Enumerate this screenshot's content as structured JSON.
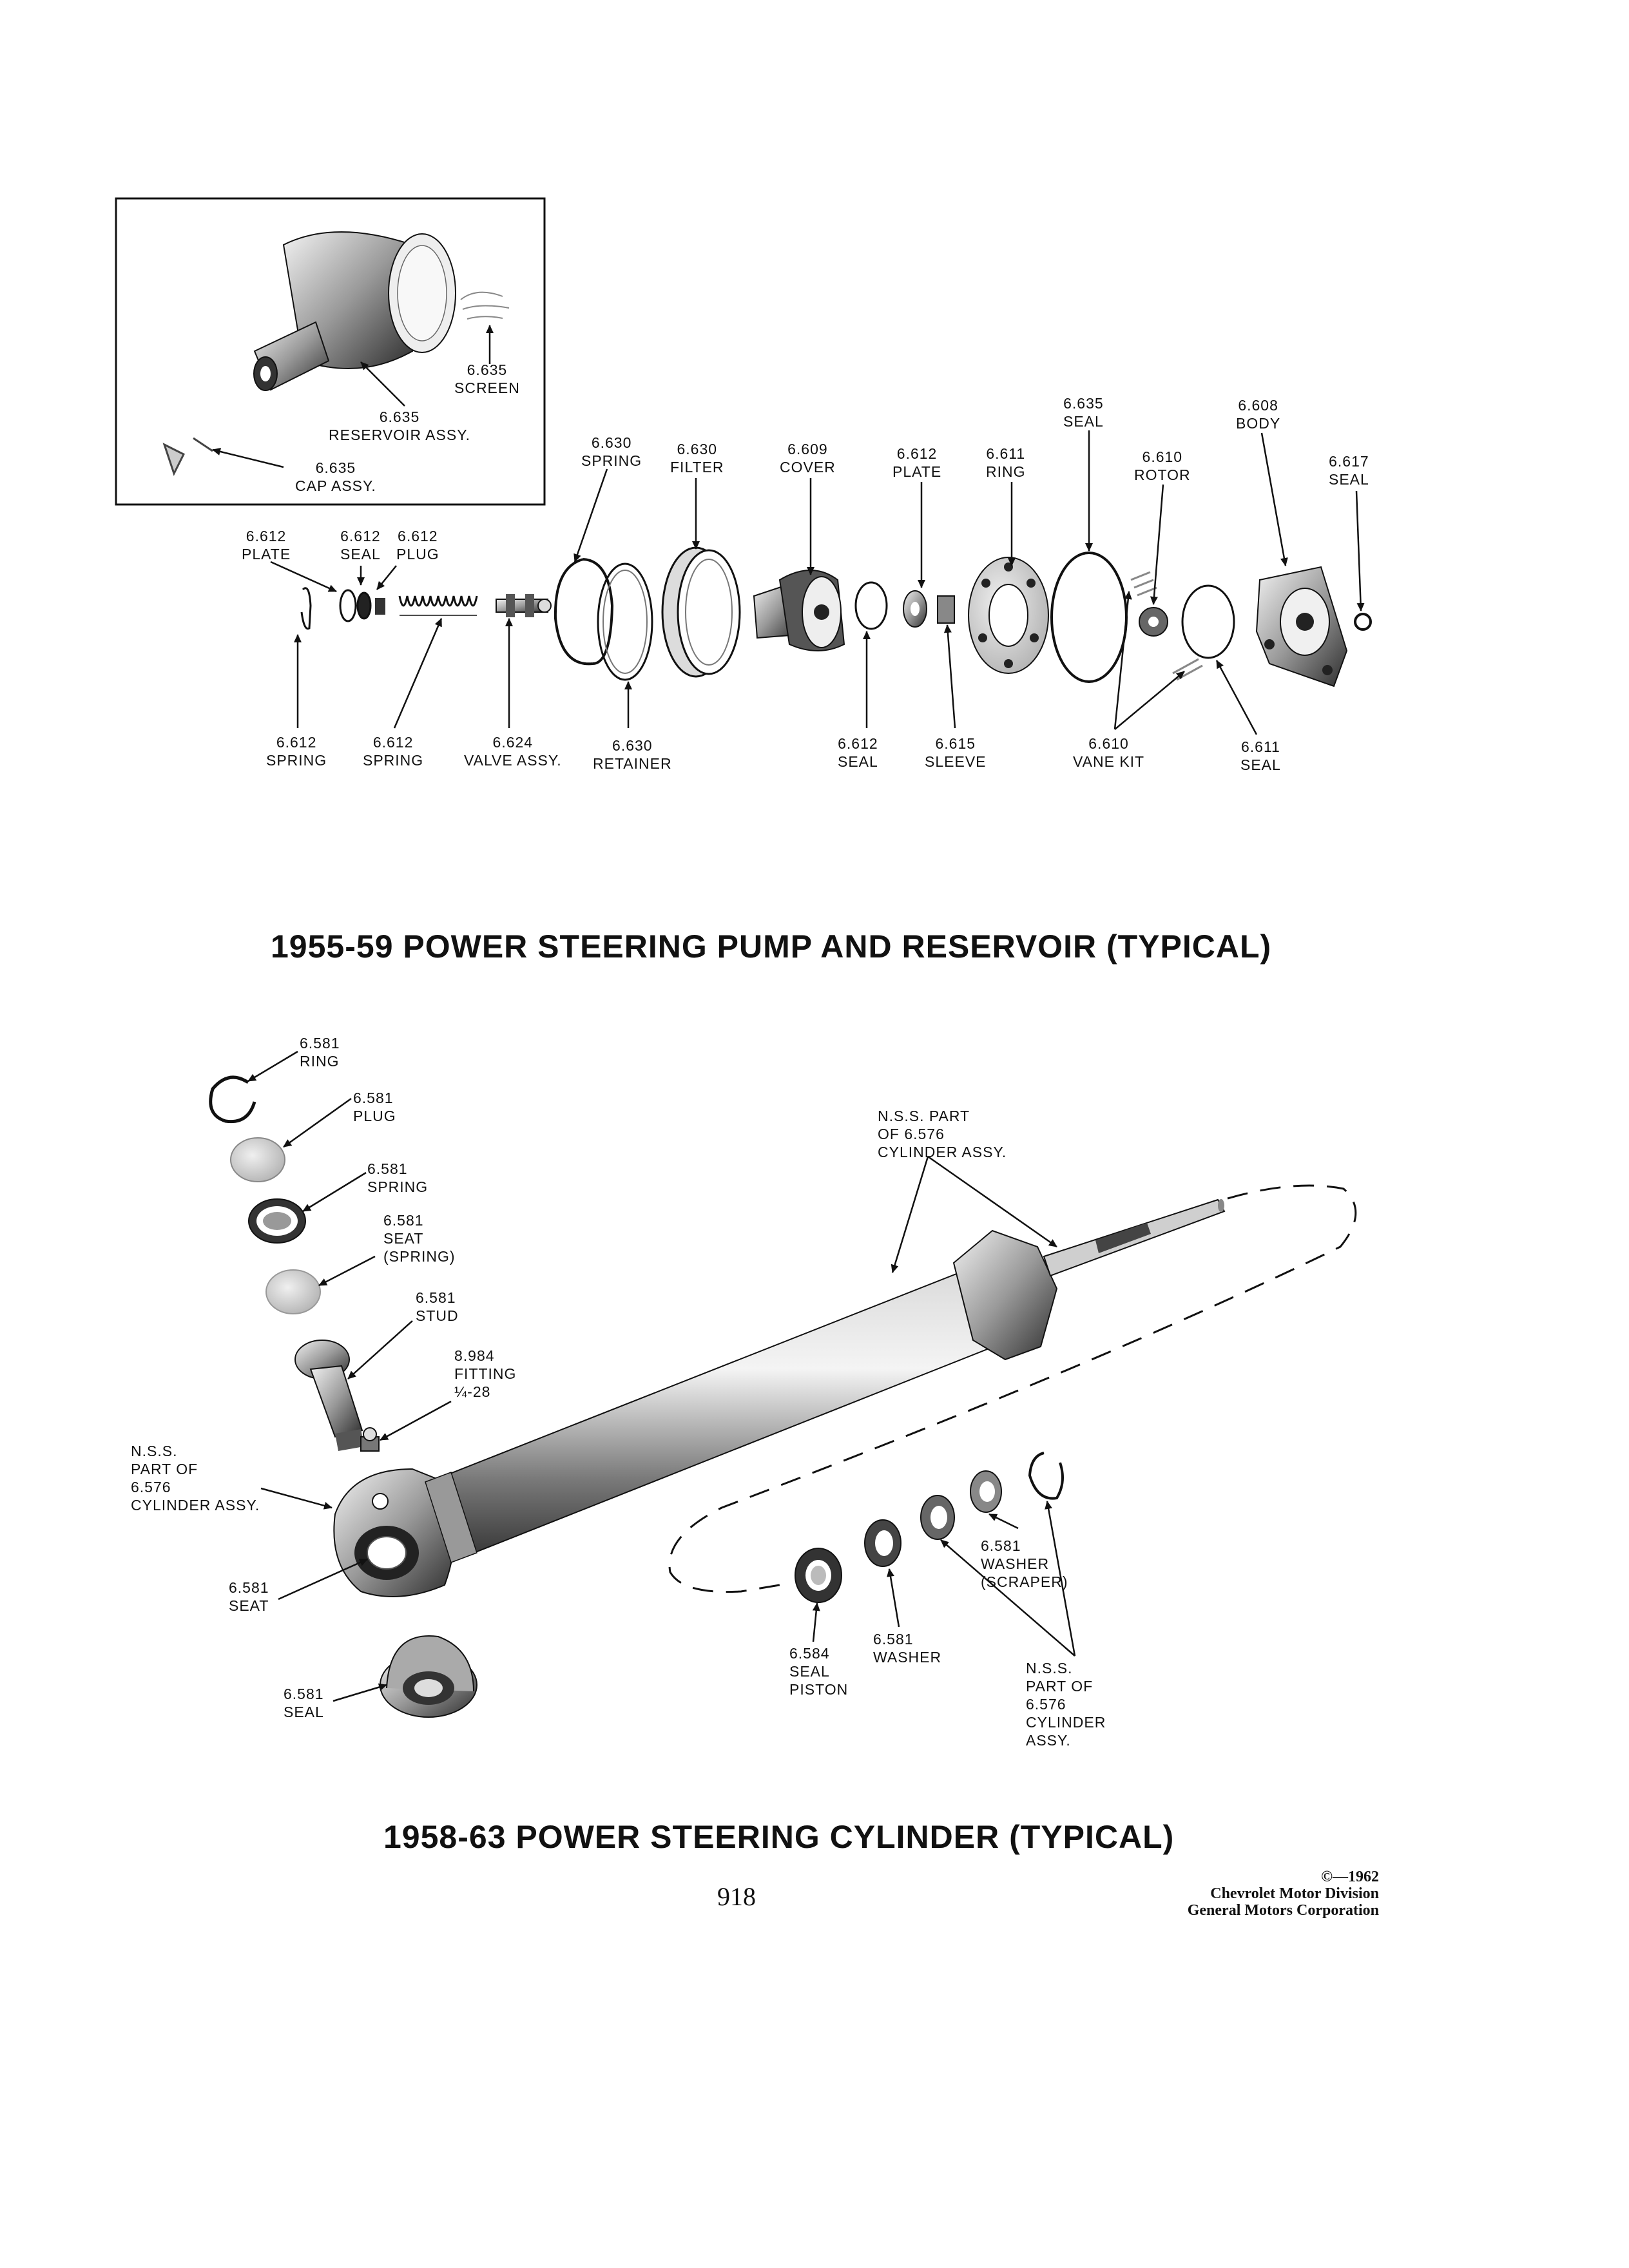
{
  "pump_section": {
    "title": "1955-59 POWER STEERING PUMP AND RESERVOIR (TYPICAL)",
    "inset_labels": [
      {
        "id": "screen",
        "lines": [
          "6.635",
          "SCREEN"
        ]
      },
      {
        "id": "reservoir",
        "lines": [
          "6.635",
          "RESERVOIR ASSY."
        ]
      },
      {
        "id": "cap",
        "lines": [
          "6.635",
          "CAP ASSY."
        ]
      }
    ],
    "top_labels": [
      {
        "id": "plate-6612-left",
        "lines": [
          "6.612",
          "PLATE"
        ]
      },
      {
        "id": "seal-6612",
        "lines": [
          "6.612",
          "SEAL"
        ]
      },
      {
        "id": "plug-6612",
        "lines": [
          "6.612",
          "PLUG"
        ]
      },
      {
        "id": "spring-6630",
        "lines": [
          "6.630",
          "SPRING"
        ]
      },
      {
        "id": "filter-6630",
        "lines": [
          "6.630",
          "FILTER"
        ]
      },
      {
        "id": "cover-6609",
        "lines": [
          "6.609",
          "COVER"
        ]
      },
      {
        "id": "plate-6612",
        "lines": [
          "6.612",
          "PLATE"
        ]
      },
      {
        "id": "ring-6611",
        "lines": [
          "6.611",
          "RING"
        ]
      },
      {
        "id": "seal-6635",
        "lines": [
          "6.635",
          "SEAL"
        ]
      },
      {
        "id": "rotor-6610",
        "lines": [
          "6.610",
          "ROTOR"
        ]
      },
      {
        "id": "body-6608",
        "lines": [
          "6.608",
          "BODY"
        ]
      },
      {
        "id": "seal-6617",
        "lines": [
          "6.617",
          "SEAL"
        ]
      }
    ],
    "bottom_labels": [
      {
        "id": "spring-6612-a",
        "lines": [
          "6.612",
          "SPRING"
        ]
      },
      {
        "id": "spring-6612-b",
        "lines": [
          "6.612",
          "SPRING"
        ]
      },
      {
        "id": "valve-6624",
        "lines": [
          "6.624",
          "VALVE ASSY."
        ]
      },
      {
        "id": "retainer-6630",
        "lines": [
          "6.630",
          "RETAINER"
        ]
      },
      {
        "id": "seal-6612-b",
        "lines": [
          "6.612",
          "SEAL"
        ]
      },
      {
        "id": "sleeve-6615",
        "lines": [
          "6.615",
          "SLEEVE"
        ]
      },
      {
        "id": "vane-kit-6610",
        "lines": [
          "6.610",
          "VANE KIT"
        ]
      },
      {
        "id": "seal-6611",
        "lines": [
          "6.611",
          "SEAL"
        ]
      }
    ]
  },
  "cylinder_section": {
    "title": "1958-63 POWER STEERING CYLINDER (TYPICAL)",
    "labels": [
      {
        "id": "ring-6581",
        "lines": [
          "6.581",
          "RING"
        ]
      },
      {
        "id": "plug-6581",
        "lines": [
          "6.581",
          "PLUG"
        ]
      },
      {
        "id": "spring-6581",
        "lines": [
          "6.581",
          "SPRING"
        ]
      },
      {
        "id": "seat-spring-6581",
        "lines": [
          "6.581",
          "SEAT",
          "(SPRING)"
        ]
      },
      {
        "id": "stud-6581",
        "lines": [
          "6.581",
          "STUD"
        ]
      },
      {
        "id": "fitting-8984",
        "lines": [
          "8.984",
          "FITTING",
          "¼-28"
        ]
      },
      {
        "id": "nss-top",
        "lines": [
          "N.S.S. PART",
          "OF 6.576",
          "CYLINDER ASSY."
        ]
      },
      {
        "id": "nss-left",
        "lines": [
          "N.S.S.",
          "PART OF",
          "6.576",
          "CYLINDER ASSY."
        ]
      },
      {
        "id": "seat-6581",
        "lines": [
          "6.581",
          "SEAT"
        ]
      },
      {
        "id": "seal-6581",
        "lines": [
          "6.581",
          "SEAL"
        ]
      },
      {
        "id": "seal-piston-6584",
        "lines": [
          "6.584",
          "SEAL",
          "PISTON"
        ]
      },
      {
        "id": "washer-6581",
        "lines": [
          "6.581",
          "WASHER"
        ]
      },
      {
        "id": "washer-scraper-6581",
        "lines": [
          "6.581",
          "WASHER",
          "(SCRAPER)"
        ]
      },
      {
        "id": "nss-bottom",
        "lines": [
          "N.S.S.",
          "PART OF",
          "6.576",
          "CYLINDER",
          "ASSY."
        ]
      }
    ]
  },
  "footer": {
    "page_number": "918",
    "copyright": [
      "©—1962",
      "Chevrolet Motor Division",
      "General Motors Corporation"
    ]
  }
}
